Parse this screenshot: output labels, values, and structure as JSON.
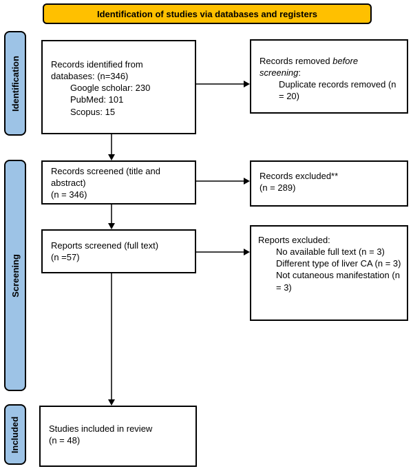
{
  "banner": {
    "label": "Identification of studies via databases and registers"
  },
  "stages": [
    {
      "label": "Identification"
    },
    {
      "label": "Screening"
    },
    {
      "label": "Included"
    }
  ],
  "boxes": {
    "records_identified": {
      "line1": "Records identified from",
      "line2": "databases: (n=346)",
      "items": [
        "Google scholar: 230",
        "PubMed: 101",
        "Scopus: 15"
      ]
    },
    "records_removed": {
      "line1_text": "Records removed ",
      "line1_italic": "before",
      "line2_italic": "screening",
      "line2_text": ":",
      "items": [
        "Duplicate records removed (n = 20)"
      ]
    },
    "records_screened": {
      "line1": "Records screened (title and",
      "line2": "abstract)",
      "line3": "(n = 346)"
    },
    "records_excluded": {
      "line1": "Records excluded**",
      "line2": "(n = 289)"
    },
    "reports_screened": {
      "line1": "Reports screened (full text)",
      "line2": "(n =57)"
    },
    "reports_excluded": {
      "heading": "Reports excluded:",
      "items": [
        "No available full text (n = 3)",
        "Different type of liver CA (n = 3)",
        "Not cutaneous manifestation (n = 3)"
      ]
    },
    "studies_included": {
      "line1": "Studies included in review",
      "line2": "(n = 48)"
    }
  },
  "colors": {
    "banner_bg": "#FFC000",
    "stage_bg": "#9DC3E6",
    "border": "#000000",
    "box_bg": "#FFFFFF"
  }
}
